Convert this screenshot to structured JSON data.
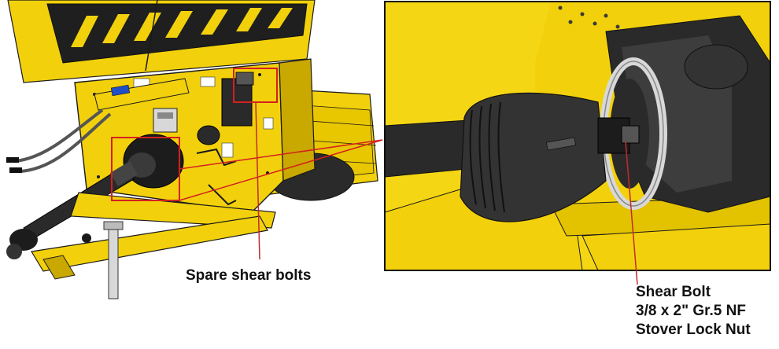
{
  "callouts": {
    "spare_shear_bolts": "Spare shear bolts",
    "shear_bolt_lines": [
      "Shear Bolt",
      "3/8 x 2\" Gr.5 NF",
      "Stover Lock Nut"
    ]
  },
  "colors": {
    "machine_yellow": "#f2d10c",
    "machine_yellow_shade": "#c9a800",
    "dark_part": "#3a3a3a",
    "black_part": "#1c1c1c",
    "highlight_red": "#d42020",
    "callout_line": "#c22a2a"
  }
}
